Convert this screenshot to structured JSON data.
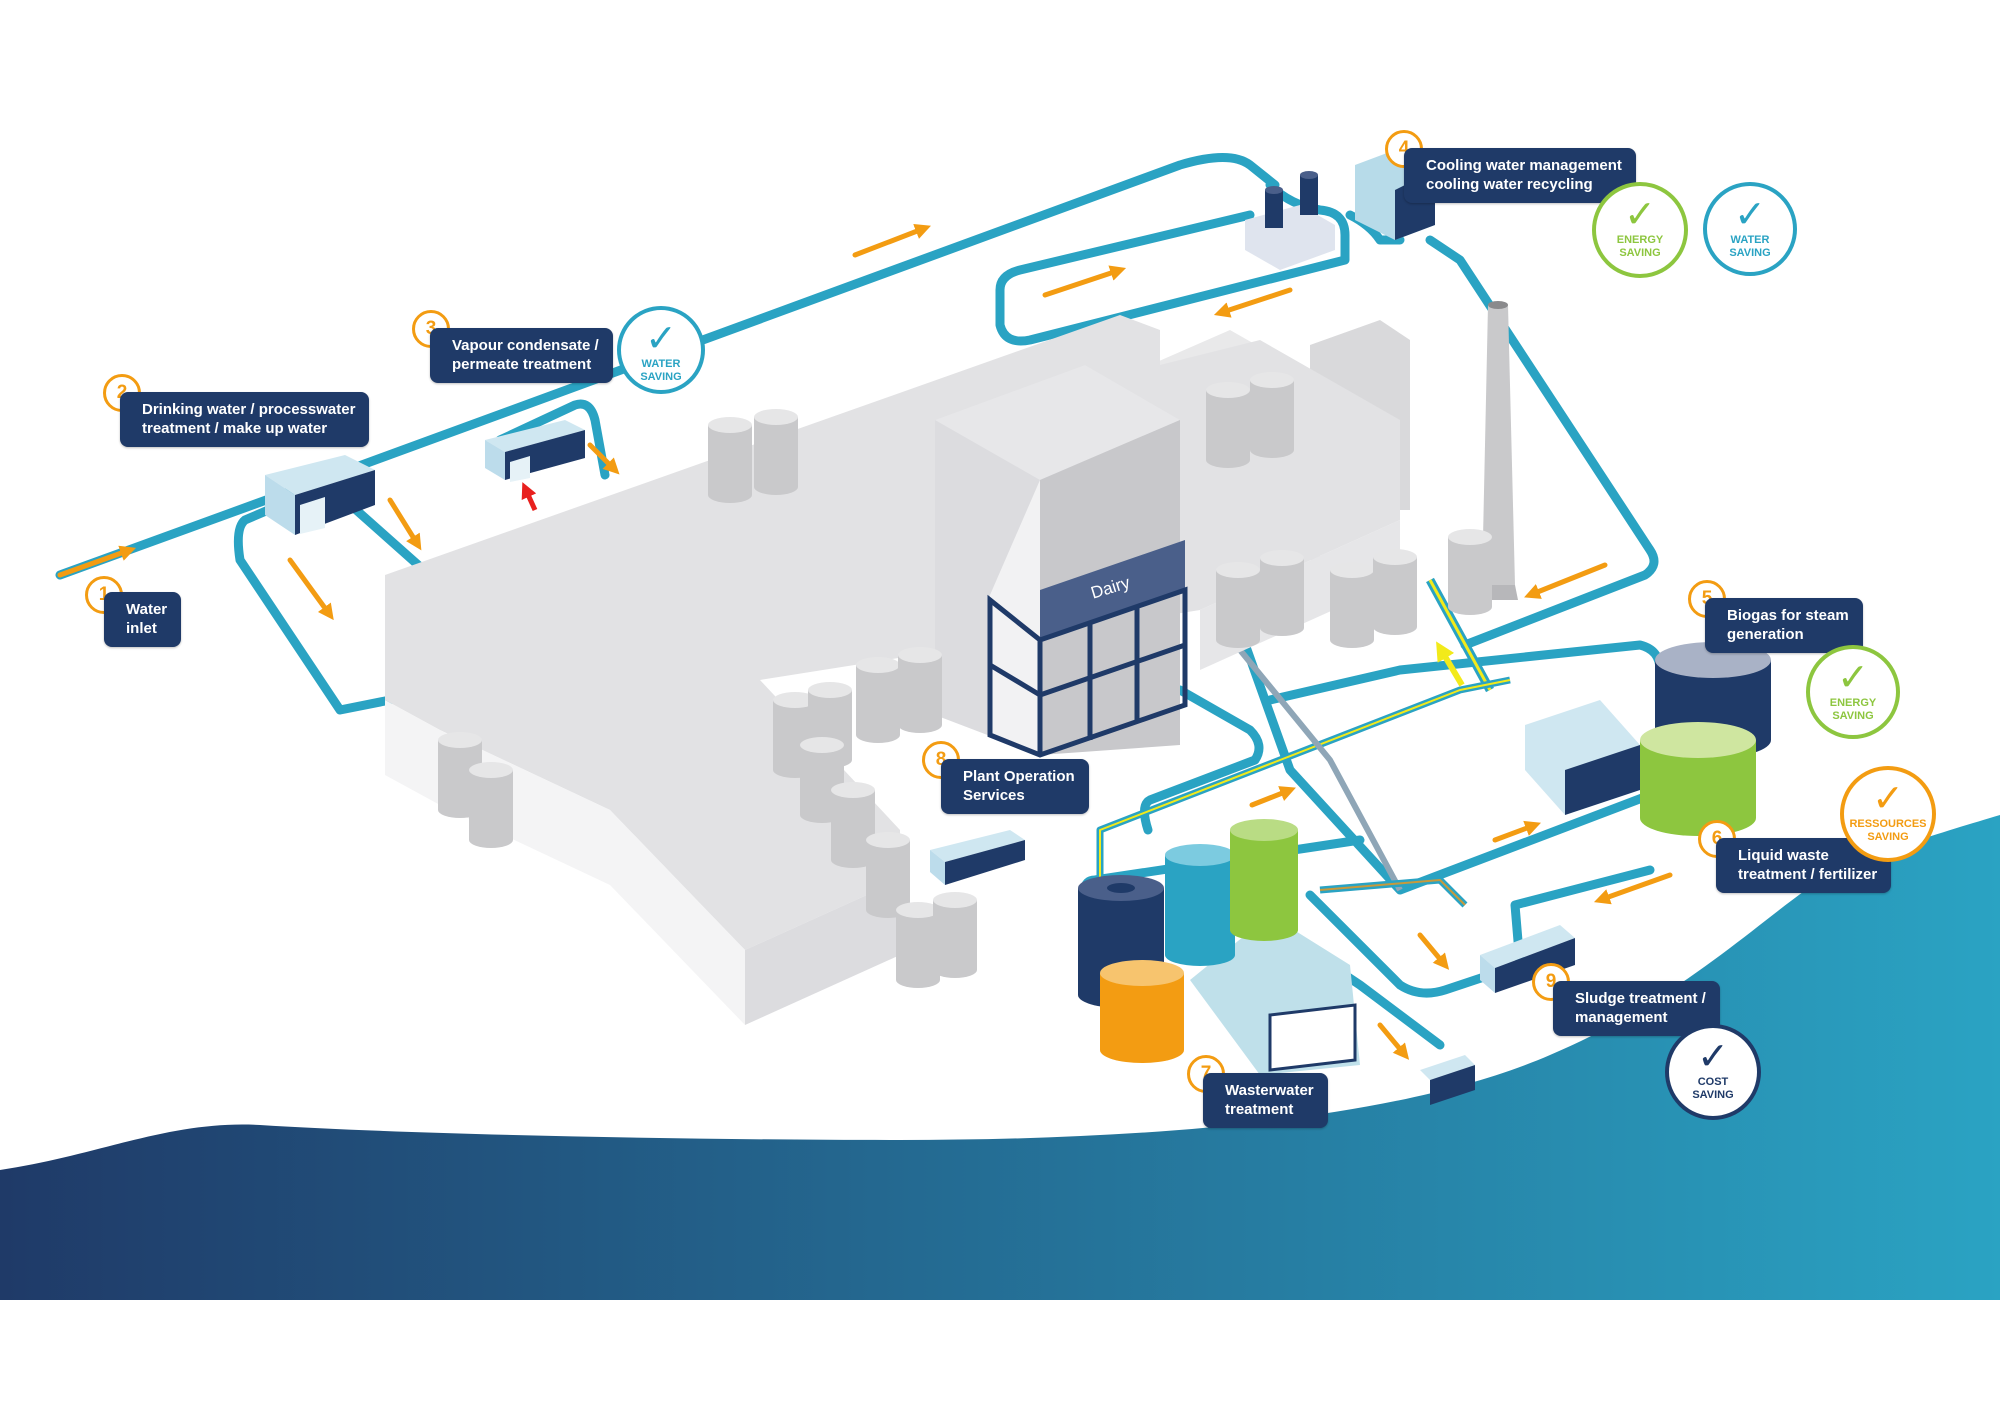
{
  "building": {
    "name": "Dairy"
  },
  "steps": [
    {
      "number": "1",
      "lines": [
        "Water",
        "inlet"
      ]
    },
    {
      "number": "2",
      "lines": [
        "Drinking water / processwater",
        "treatment / make up water"
      ]
    },
    {
      "number": "3",
      "lines": [
        "Vapour condensate /",
        "permeate treatment"
      ]
    },
    {
      "number": "4",
      "lines": [
        "Cooling water management",
        "cooling water recycling"
      ]
    },
    {
      "number": "5",
      "lines": [
        "Biogas for steam",
        "generation"
      ]
    },
    {
      "number": "6",
      "lines": [
        "Liquid waste",
        "treatment / fertilizer"
      ]
    },
    {
      "number": "7",
      "lines": [
        "Wasterwater",
        "treatment"
      ]
    },
    {
      "number": "8",
      "lines": [
        "Plant Operation",
        "Services"
      ]
    },
    {
      "number": "9",
      "lines": [
        "Sludge treatment /",
        "management"
      ]
    }
  ],
  "badges": [
    {
      "lines": [
        "WATER",
        "SAVING"
      ],
      "color": "#2aa3c3"
    },
    {
      "lines": [
        "ENERGY",
        "SAVING"
      ],
      "color": "#8dc63f"
    },
    {
      "lines": [
        "WATER",
        "SAVING"
      ],
      "color": "#2aa3c3"
    },
    {
      "lines": [
        "ENERGY",
        "SAVING"
      ],
      "color": "#8dc63f"
    },
    {
      "lines": [
        "RESSOURCES",
        "SAVING"
      ],
      "color": "#f39c12"
    },
    {
      "lines": [
        "COST",
        "SAVING"
      ],
      "color": "#1f3a68"
    }
  ],
  "colors": {
    "pipe": "#2aa3c3",
    "arrow": "#f39c12",
    "navy": "#1f3a68",
    "green": "#8dc63f",
    "river_dark": "#1f3a68",
    "river_light": "#2aa3c3"
  },
  "icons": {
    "check": "✓"
  }
}
